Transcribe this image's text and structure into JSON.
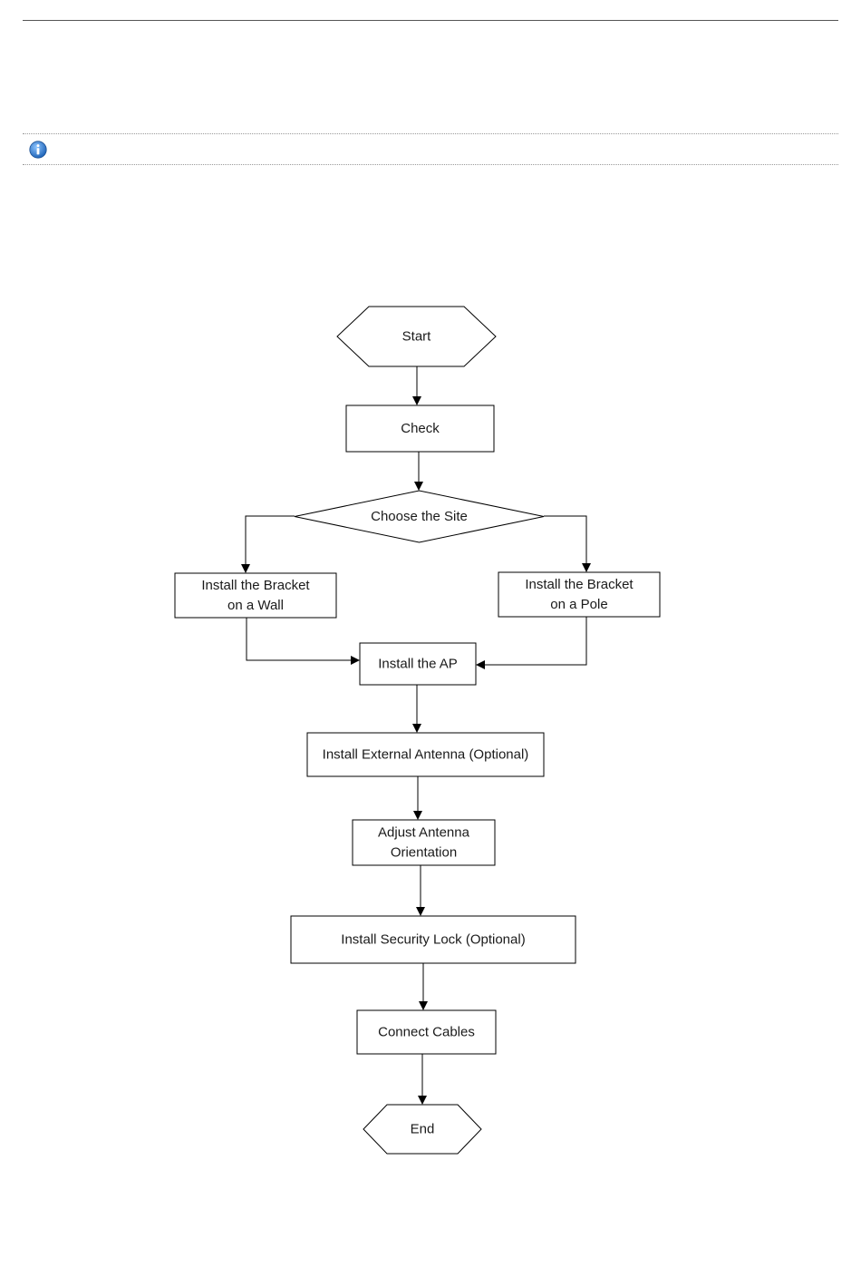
{
  "note": {
    "icon": "info-icon",
    "accent_color": "#2f7fd6"
  },
  "flowchart": {
    "nodes": [
      {
        "id": "start",
        "shape": "hexagon",
        "lines": [
          "Start"
        ]
      },
      {
        "id": "check",
        "shape": "rect",
        "lines": [
          "Check"
        ]
      },
      {
        "id": "site",
        "shape": "diamond",
        "lines": [
          "Choose the Site"
        ]
      },
      {
        "id": "wall",
        "shape": "rect",
        "lines": [
          "Install the Bracket",
          "on a Wall"
        ]
      },
      {
        "id": "pole",
        "shape": "rect",
        "lines": [
          "Install the Bracket",
          "on a Pole"
        ]
      },
      {
        "id": "ap",
        "shape": "rect",
        "lines": [
          "Install the AP"
        ]
      },
      {
        "id": "antenna",
        "shape": "rect",
        "lines": [
          "Install External Antenna (Optional)"
        ]
      },
      {
        "id": "orient",
        "shape": "rect",
        "lines": [
          "Adjust Antenna",
          "Orientation"
        ]
      },
      {
        "id": "lock",
        "shape": "rect",
        "lines": [
          "Install Security Lock (Optional)"
        ]
      },
      {
        "id": "cables",
        "shape": "rect",
        "lines": [
          "Connect Cables"
        ]
      },
      {
        "id": "end",
        "shape": "hexagon",
        "lines": [
          "End"
        ]
      }
    ],
    "edges": [
      {
        "from": "start",
        "to": "check"
      },
      {
        "from": "check",
        "to": "site"
      },
      {
        "from": "site",
        "to": "wall"
      },
      {
        "from": "site",
        "to": "pole"
      },
      {
        "from": "wall",
        "to": "ap"
      },
      {
        "from": "pole",
        "to": "ap"
      },
      {
        "from": "ap",
        "to": "antenna"
      },
      {
        "from": "antenna",
        "to": "orient"
      },
      {
        "from": "orient",
        "to": "lock"
      },
      {
        "from": "lock",
        "to": "cables"
      },
      {
        "from": "cables",
        "to": "end"
      }
    ]
  }
}
